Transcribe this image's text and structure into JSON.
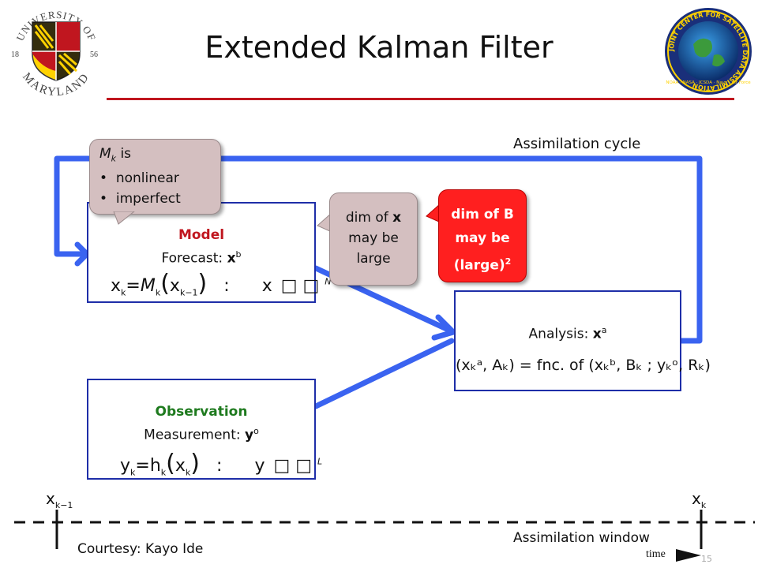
{
  "title": "Extended Kalman Filter",
  "logos": {
    "left": {
      "top_text": "UNIVERSITY OF",
      "bottom_text": "MARYLAND",
      "year_left": "18",
      "year_right": "56"
    },
    "right": {
      "ring_text": "JOINT CENTER FOR SATELLITE DATA ASSIMILATION",
      "bottom_text": "NOAA · NASA · JCSDA · Navy · Air Force"
    }
  },
  "cycle_label": "Assimilation cycle",
  "mk_bubble": {
    "line1_prefix": "M",
    "line1_sub": "k",
    "line1_suffix": " is",
    "items": [
      "nonlinear",
      "imperfect"
    ]
  },
  "model_box": {
    "heading": "Model",
    "forecast_prefix": "Forecast: ",
    "forecast_var": "x",
    "forecast_sup": "b",
    "equation": {
      "lhs": "x",
      "lhs_sub": "k",
      "eq": "=M",
      "m_sub": "k",
      "arg": "x",
      "arg_sub": "k−1",
      "colon": ":",
      "space_var": "x",
      "missing": "□ □",
      "space_sup": "N"
    }
  },
  "dim_x_bubble": {
    "line1_prefix": "dim of ",
    "line1_bold": "x",
    "line2": "may be",
    "line3": "large"
  },
  "dim_b_bubble": {
    "line1": "dim of B",
    "line2": "may be",
    "line3": "(large)",
    "sup": "2"
  },
  "analysis_box": {
    "label_prefix": "Analysis: ",
    "label_var": "x",
    "label_sup": "a",
    "equation": "(xₖᵃ, Aₖ) = fnc. of (xₖᵇ, Bₖ ; yₖᵒ, Rₖ)"
  },
  "observation_box": {
    "heading": "Observation",
    "measure_prefix": "Measurement: ",
    "measure_var": "y",
    "measure_sup": "o",
    "equation": {
      "lhs": "y",
      "lhs_sub": "k",
      "eq": "=h",
      "h_sub": "k",
      "arg": "x",
      "arg_sub": "k",
      "colon": ":",
      "space_var": "y",
      "missing": "□ □",
      "space_sup": "L"
    }
  },
  "timeline": {
    "left_label_var": "x",
    "left_label_sub": "k−1",
    "right_label_var": "x",
    "right_label_sub": "k",
    "window_label": "Assimilation window",
    "time_label": "time",
    "courtesy": "Courtesy: Kayo Ide",
    "slide_number": "15"
  },
  "colors": {
    "arrow": "#3a63f0",
    "box_border": "#1e2ea8",
    "model_heading": "#c0161f",
    "obs_heading": "#1e7a1e",
    "rule": "#c0161f"
  }
}
